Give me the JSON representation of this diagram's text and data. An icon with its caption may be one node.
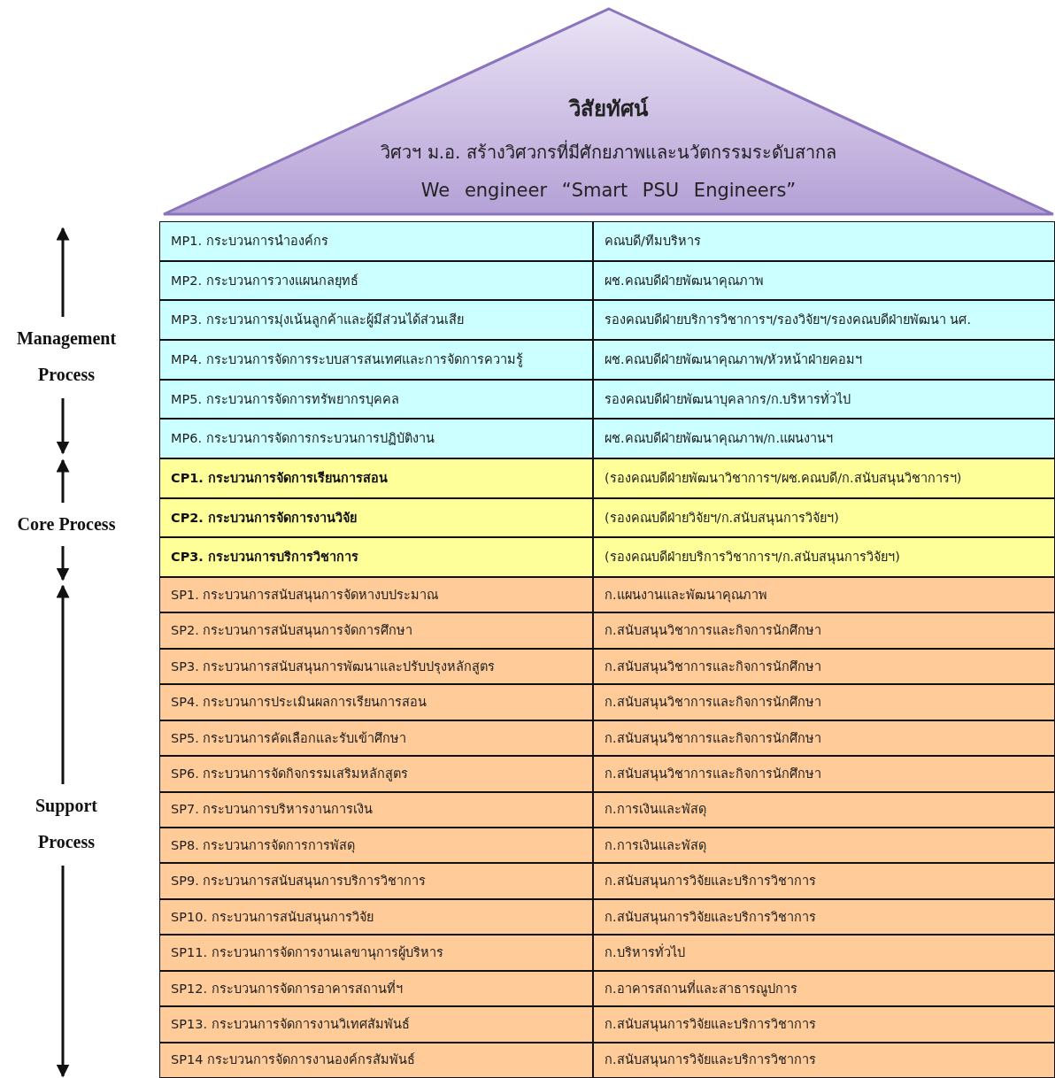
{
  "diagram": {
    "nodes": [
      {
        "text": [
          "วิสัยทัศน์",
          "วิศวฯ ม.อ. สร้างวิศวกรที่มีศักยภาพและนวัตกรรมระดับสากล",
          "We engineer “Smart PSU Engineers”"
        ]
      },
      {
        "text": [
          "MP1. กระบวนการนำองค์กร",
          "คณบดี/ทีมบริหาร"
        ]
      },
      {
        "text": [
          "MP2. กระบวนการวางแผนกลยุทธ์",
          "ผช.คณบดีฝ่ายพัฒนาคุณภาพ"
        ]
      },
      {
        "text": [
          "MP3. กระบวนการมุ่งเน้นลูกค้าและผู้มีส่วนได้ส่วนเสีย",
          "รองคณบดีฝ่ายบริการวิชาการฯ/รองวิจัยฯ/รองคณบดีฝ่ายพัฒนา นศ."
        ]
      },
      {
        "text": [
          "MP4. กระบวนการจัดการระบบสารสนเทศและการจัดการความรู้",
          "ผช.คณบดีฝ่ายพัฒนาคุณภาพ/หัวหน้าฝ่ายคอมฯ"
        ]
      },
      {
        "text": [
          "MP5. กระบวนการจัดการทรัพยากรบุคคล",
          "รองคณบดีฝ่ายพัฒนาบุคลากร/ก.บริหารทั่วไป"
        ]
      },
      {
        "text": [
          "MP6. กระบวนการจัดการกระบวนการปฏิบัติงาน",
          "ผช.คณบดีฝ่ายพัฒนาคุณภาพ/ก.แผนงานฯ"
        ]
      },
      {
        "text": [
          "CP1. กระบวนการจัดการเรียนการสอน",
          "(รองคณบดีฝ่ายพัฒนาวิชาการฯ/ผช.คณบดี/ก.สนับสนุนวิชาการฯ)"
        ]
      },
      {
        "text": [
          "CP2. กระบวนการจัดการงานวิจัย",
          "(รองคณบดีฝ่ายวิจัยฯ/ก.สนับสนุนการวิจัยฯ)"
        ]
      },
      {
        "text": [
          "CP3. กระบวนการบริการวิชาการ",
          "(รองคณบดีฝ่ายบริการวิชาการฯ/ก.สนับสนุนการวิจัยฯ)"
        ]
      },
      {
        "text": [
          "SP1. กระบวนการสนับสนุนการจัดหางบประมาณ",
          "ก.แผนงานและพัฒนาคุณภาพ"
        ]
      },
      {
        "text": [
          "SP2. กระบวนการสนับสนุนการจัดการศึกษา",
          "ก.สนับสนุนวิชาการและกิจการนักศึกษา"
        ]
      },
      {
        "text": [
          "SP3. กระบวนการสนับสนุนการพัฒนาและปรับปรุงหลักสูตร",
          "ก.สนับสนุนวิชาการและกิจการนักศึกษา"
        ]
      },
      {
        "text": [
          "SP4. กระบวนการประเมินผลการเรียนการสอน",
          "ก.สนับสนุนวิชาการและกิจการนักศึกษา"
        ]
      },
      {
        "text": [
          "SP5. กระบวนการคัดเลือกและรับเข้าศึกษา",
          "ก.สนับสนุนวิชาการและกิจการนักศึกษา"
        ]
      },
      {
        "text": [
          "SP6. กระบวนการจัดกิจกรรมเสริมหลักสูตร",
          "ก.สนับสนุนวิชาการและกิจการนักศึกษา"
        ]
      },
      {
        "text": [
          "SP7. กระบวนการบริหารงานการเงิน",
          "ก.การเงินและพัสดุ"
        ]
      },
      {
        "text": [
          "SP8. กระบวนการจัดการการพัสดุ",
          "ก.การเงินและพัสดุ"
        ]
      },
      {
        "text": [
          "SP9. กระบวนการสนับสนุนการบริการวิชาการ",
          "ก.สนับสนุนการวิจัยและบริการวิชาการ"
        ]
      },
      {
        "text": [
          "SP10. กระบวนการสนับสนุนการวิจัย",
          "ก.สนับสนุนการวิจัยและบริการวิชาการ"
        ]
      },
      {
        "text": [
          "SP11. กระบวนการจัดการงานเลขานุการผู้บริหาร",
          "ก.บริหารทั่วไป"
        ]
      },
      {
        "text": [
          "SP12. กระบวนการจัดการอาคารสถานที่ฯ",
          "ก.อาคารสถานที่และสาธารณูปการ"
        ]
      },
      {
        "text": [
          "SP13. กระบวนการจัดการงานวิเทศสัมพันธ์",
          "ก.สนับสนุนการวิจัยและบริการวิชาการ"
        ]
      },
      {
        "text": [
          "SP14 กระบวนการจัดการงานองค์กรสัมพันธ์",
          "ก.สนับสนุนการวิจัยและบริการวิชาการ"
        ]
      }
    ],
    "edges": [],
    "labels": [
      "Management Process",
      "Core Process",
      "Support Process"
    ]
  }
}
